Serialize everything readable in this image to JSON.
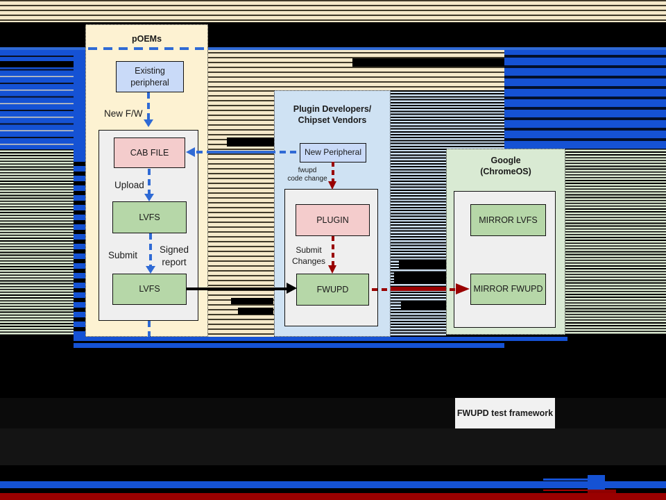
{
  "colors": {
    "stage_bg": "#000000",
    "poems_fill": "#fdf2d2",
    "plugin_fill": "#cfe2f3",
    "google_fill": "#d9ead3",
    "inner_fill": "#efefef",
    "box_blue": "#c9daf8",
    "box_pink": "#f4cccc",
    "box_green": "#b6d7a8",
    "test_framework_fill": "#f1f1f1",
    "arrow_blue": "#2f6ad5",
    "arrow_red": "#990000",
    "glitch_tan": "#f5e9ca",
    "glitch_tan_dark": "#3f3929",
    "glitch_blue": "#1552d4",
    "glitch_lightblue": "#cfe2f3",
    "glitch_green": "#dcead2",
    "bottom_blue": "#1552d4",
    "bottom_red": "#9a0000"
  },
  "diagram": {
    "poems": {
      "title": "pOEMs",
      "boxes": {
        "existing_peripheral": "Existing peripheral",
        "cab_file": "CAB FILE",
        "lvfs_upload": "LVFS",
        "lvfs_submit": "LVFS"
      },
      "labels": {
        "new_fw": "New F/W",
        "upload": "Upload",
        "submit": "Submit",
        "signed_report": "Signed report"
      }
    },
    "plugin_vendors": {
      "title_line1": "Plugin Developers/",
      "title_line2": "Chipset Vendors",
      "boxes": {
        "new_peripheral": "New Peripheral",
        "plugin": "PLUGIN",
        "fwupd": "FWUPD"
      },
      "labels": {
        "fwupd_code_change_1": "fwupd",
        "fwupd_code_change_2": "code change",
        "submit_changes_1": "Submit",
        "submit_changes_2": "Changes"
      }
    },
    "google": {
      "title_line1": "Google",
      "title_line2": "(ChromeOS)",
      "boxes": {
        "mirror_lvfs": "MIRROR LVFS",
        "mirror_fwupd": "MIRROR FWUPD"
      }
    },
    "footer": {
      "test_framework": "FWUPD test framework"
    }
  }
}
